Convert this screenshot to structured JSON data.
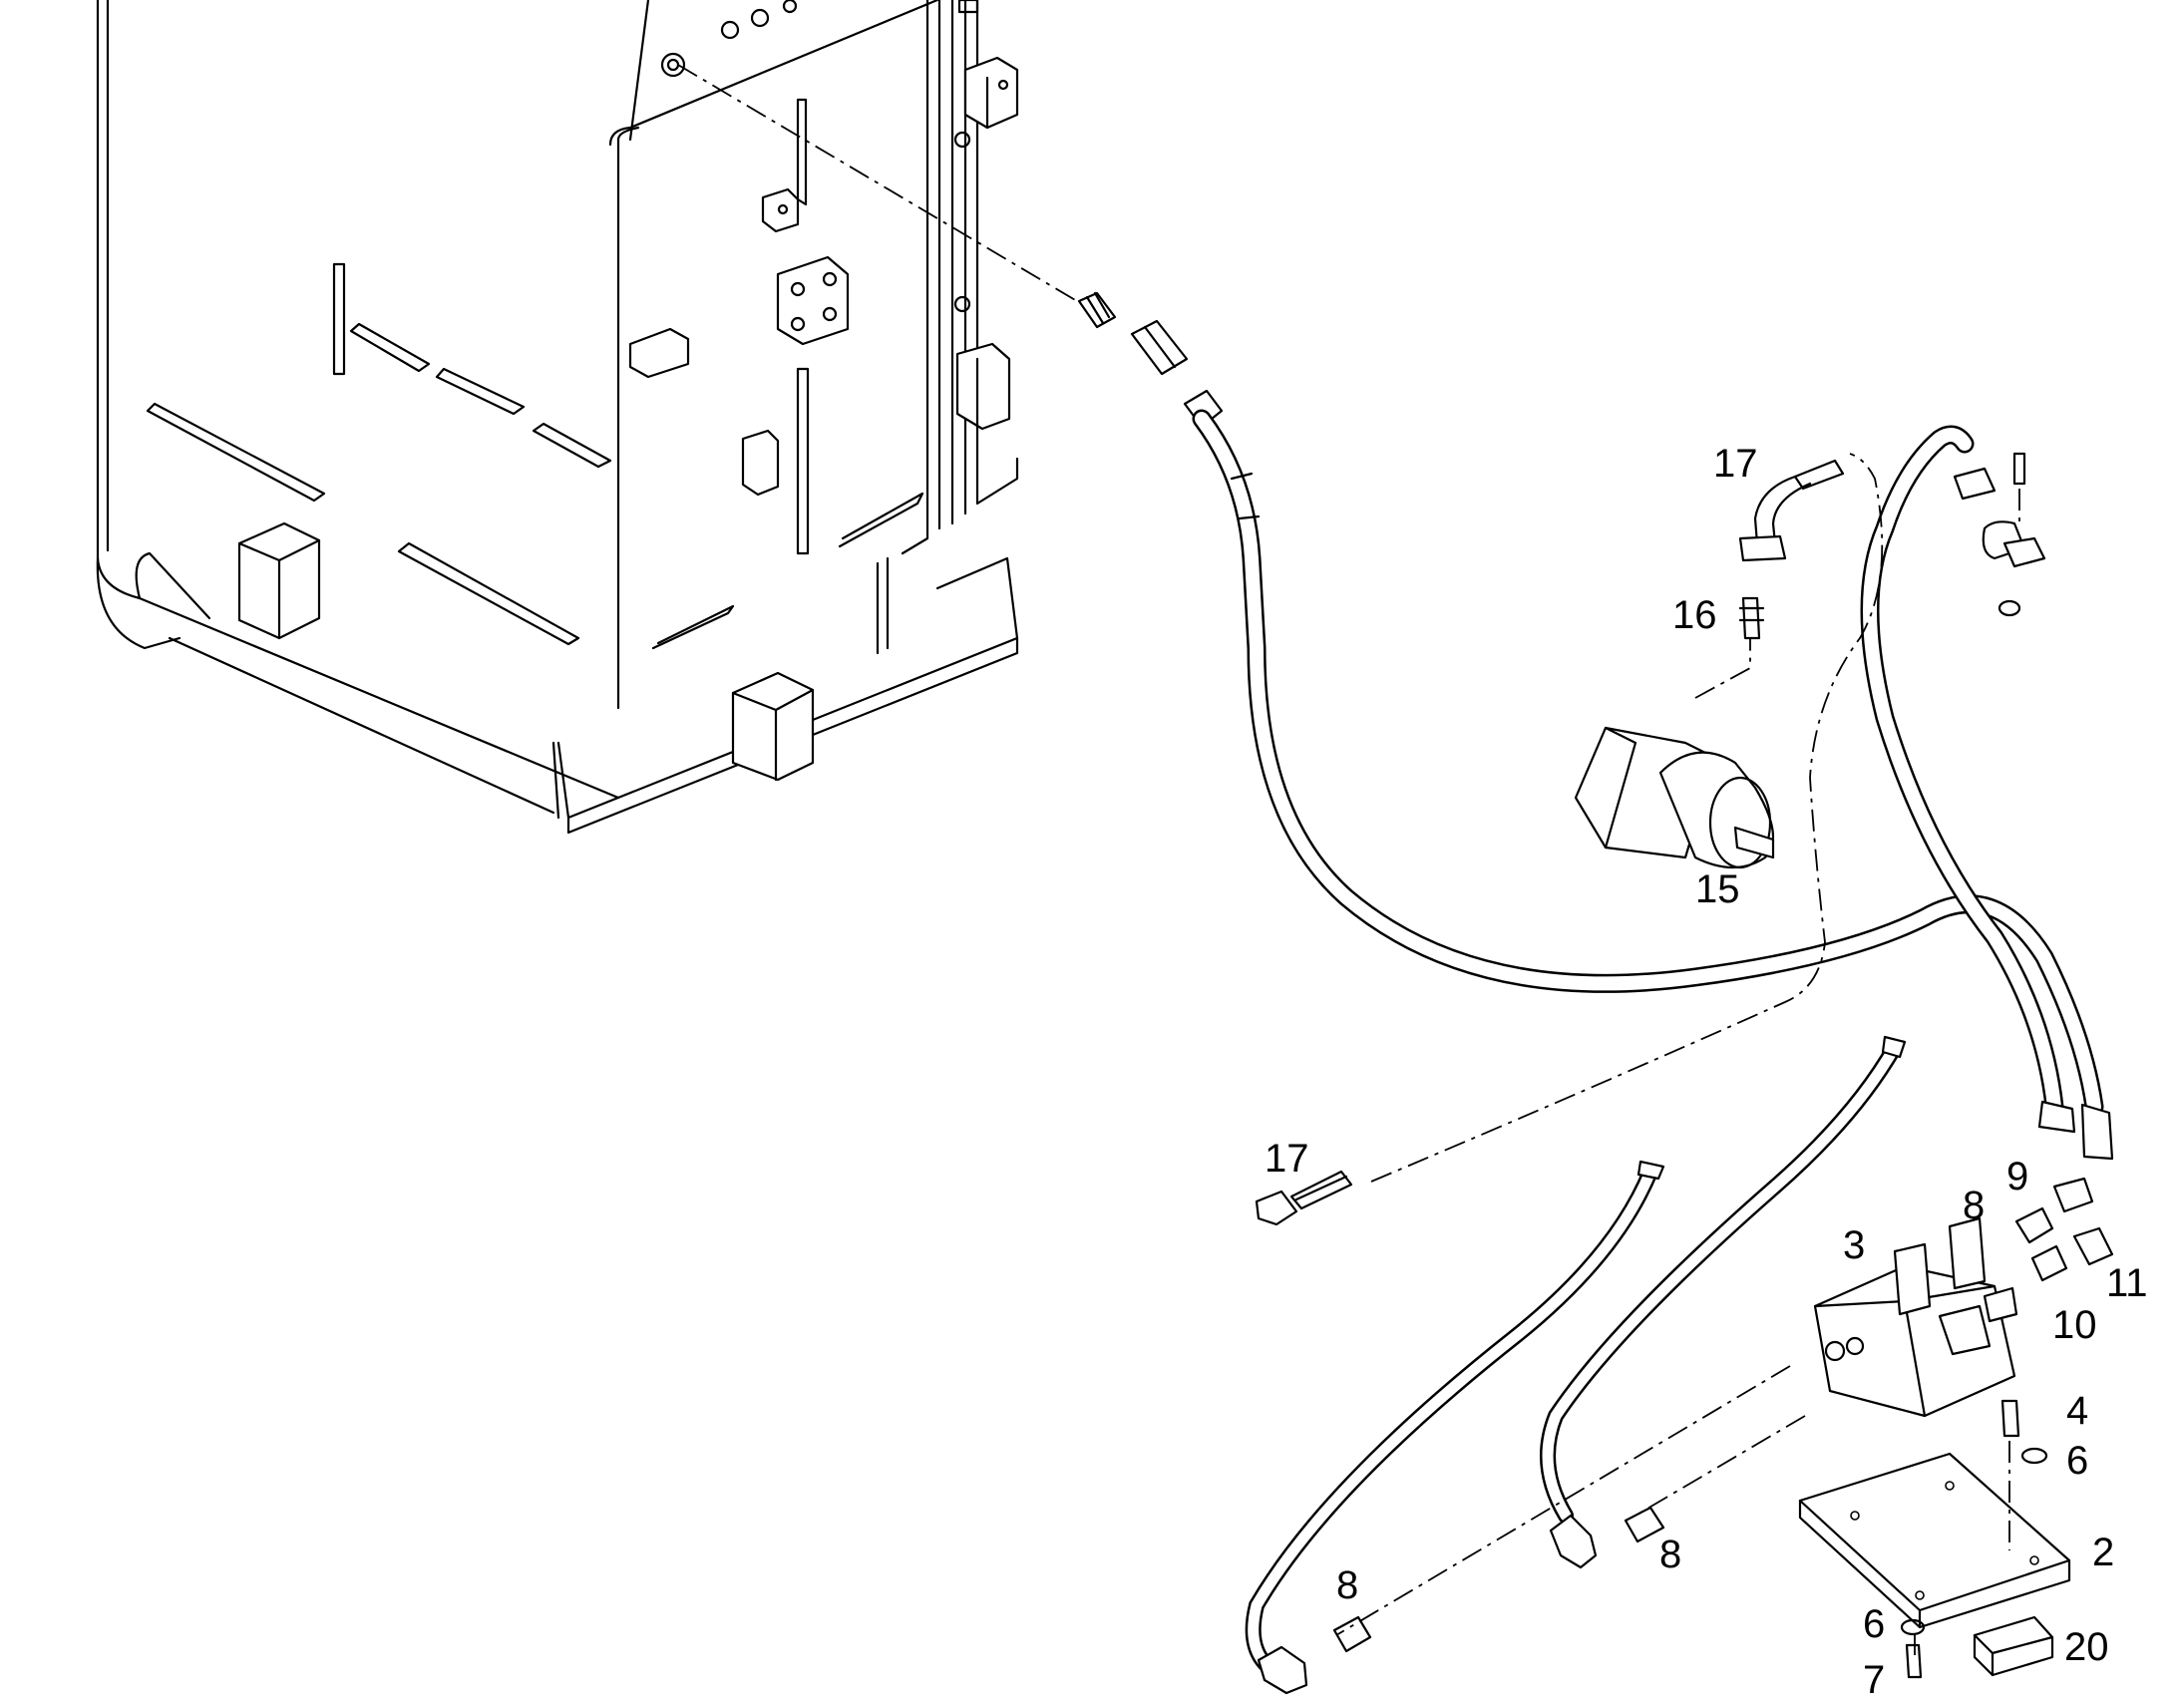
{
  "callouts": {
    "c17a": "17",
    "c16": "16",
    "c15": "15",
    "c17b": "17",
    "c9": "9",
    "c8a": "8",
    "c3": "3",
    "c11": "11",
    "c10": "10",
    "c4": "4",
    "c6a": "6",
    "c2": "2",
    "c8b": "8",
    "c8c": "8",
    "c6b": "6",
    "c20": "20",
    "c7": "7"
  }
}
